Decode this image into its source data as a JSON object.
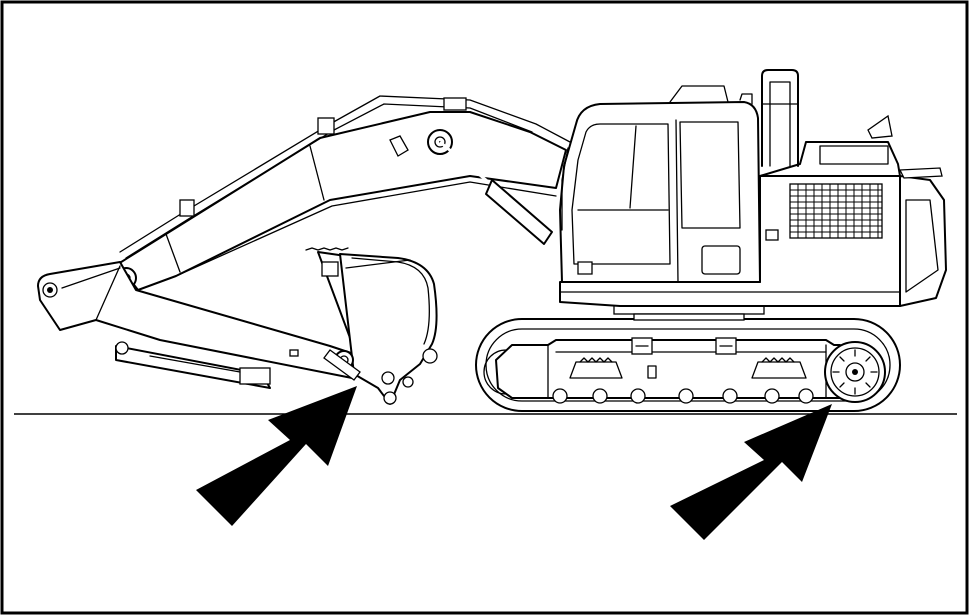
{
  "figure": {
    "frame_color": "#000000",
    "background_color": "#ffffff",
    "arrow_color": "#000000",
    "arrows": [
      {
        "name": "arrow-bucket-contact",
        "points_to": "bucket"
      },
      {
        "name": "arrow-track-contact",
        "points_to": "rear-track-idler"
      }
    ]
  }
}
